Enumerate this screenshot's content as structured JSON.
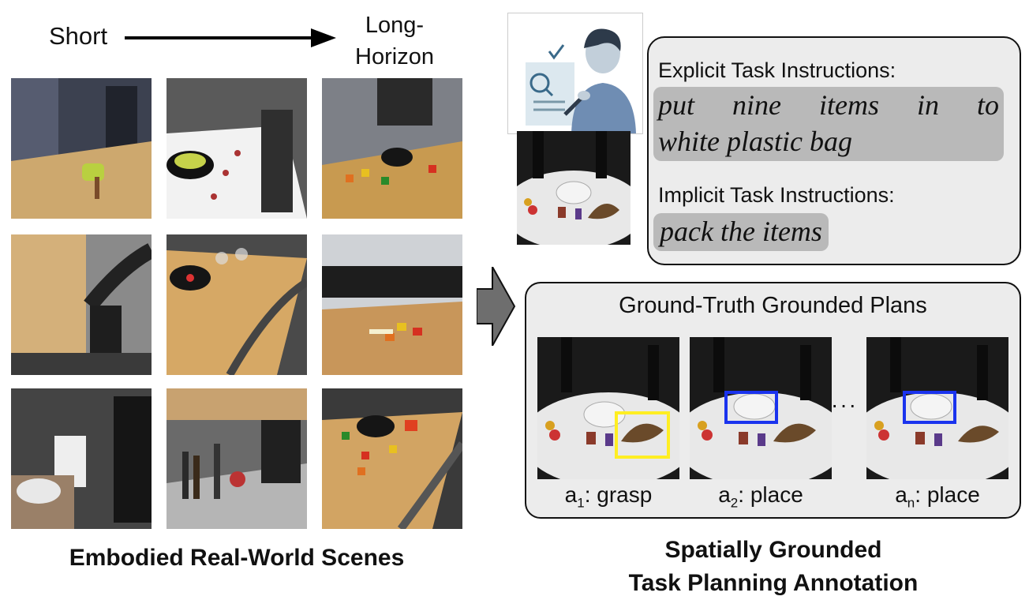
{
  "header": {
    "short_label": "Short",
    "long_label_line1": "Long-",
    "long_label_line2": "Horizon"
  },
  "left_caption": "Embodied Real-World Scenes",
  "instructions": {
    "explicit_heading": "Explicit Task Instructions:",
    "explicit_words_line1": [
      "put",
      "nine",
      "items",
      "in",
      "to"
    ],
    "explicit_line2": "white plastic bag",
    "implicit_heading": "Implicit Task Instructions:",
    "implicit_text": "pack the items"
  },
  "plans": {
    "title": "Ground-Truth Grounded Plans",
    "ellipsis": "···",
    "steps": [
      {
        "sym": "a",
        "sub": "1",
        "action": ": grasp"
      },
      {
        "sym": "a",
        "sub": "2",
        "action": ": place"
      },
      {
        "sym": "a",
        "sub": "n",
        "action": ": place"
      }
    ]
  },
  "right_caption_line1": "Spatially Grounded",
  "right_caption_line2": "Task Planning Annotation",
  "colors": {
    "box_fill": "#ececec",
    "highlight": "#b9b9b9",
    "grasp_box": "#ffee22",
    "place_box": "#1a33ee"
  }
}
